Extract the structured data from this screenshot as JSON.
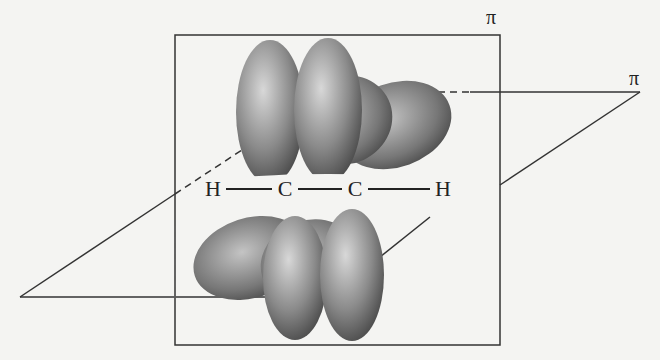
{
  "diagram": {
    "labels": [
      "π",
      "π",
      "H",
      "C",
      "C",
      "H"
    ]
  }
}
